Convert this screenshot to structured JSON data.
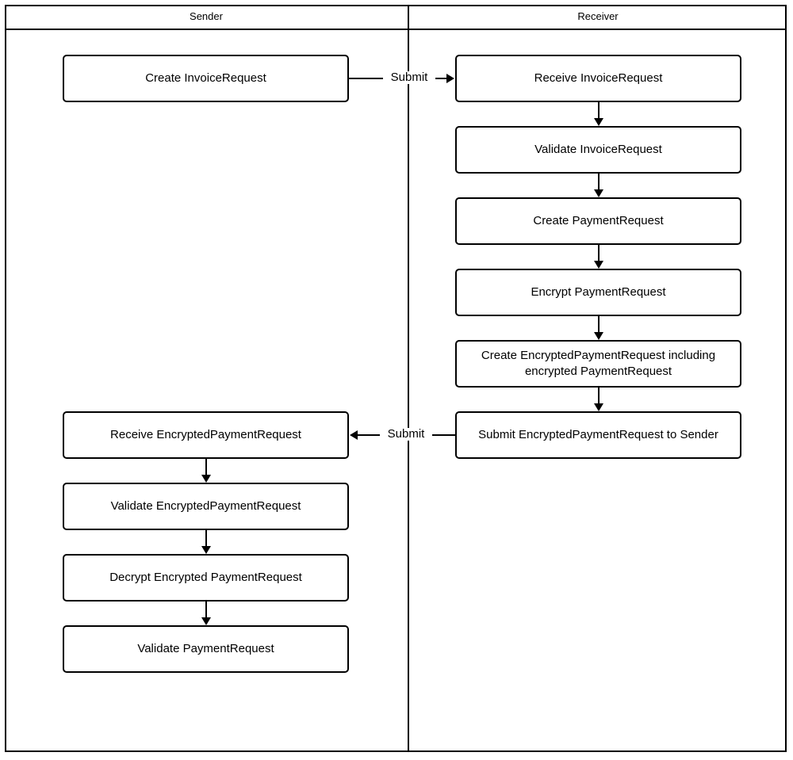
{
  "diagram": {
    "type": "swimlane-flowchart",
    "lanes": [
      {
        "id": "sender",
        "title": "Sender"
      },
      {
        "id": "receiver",
        "title": "Receiver"
      }
    ],
    "nodes": [
      {
        "id": "n1",
        "lane": "sender",
        "label": "Create InvoiceRequest"
      },
      {
        "id": "n2",
        "lane": "receiver",
        "label": "Receive InvoiceRequest"
      },
      {
        "id": "n3",
        "lane": "receiver",
        "label": "Validate InvoiceRequest"
      },
      {
        "id": "n4",
        "lane": "receiver",
        "label": "Create PaymentRequest"
      },
      {
        "id": "n5",
        "lane": "receiver",
        "label": "Encrypt PaymentRequest"
      },
      {
        "id": "n6",
        "lane": "receiver",
        "label": "Create EncryptedPaymentRequest including encrypted PaymentRequest"
      },
      {
        "id": "n7",
        "lane": "receiver",
        "label": "Submit EncryptedPaymentRequest to Sender"
      },
      {
        "id": "n8",
        "lane": "sender",
        "label": "Receive EncryptedPaymentRequest"
      },
      {
        "id": "n9",
        "lane": "sender",
        "label": "Validate EncryptedPaymentRequest"
      },
      {
        "id": "n10",
        "lane": "sender",
        "label": "Decrypt Encrypted PaymentRequest"
      },
      {
        "id": "n11",
        "lane": "sender",
        "label": "Validate PaymentRequest"
      }
    ],
    "edges": [
      {
        "id": "e1",
        "from": "n1",
        "to": "n2",
        "label": "Submit",
        "direction": "right"
      },
      {
        "id": "e2",
        "from": "n2",
        "to": "n3",
        "label": "",
        "direction": "down"
      },
      {
        "id": "e3",
        "from": "n3",
        "to": "n4",
        "label": "",
        "direction": "down"
      },
      {
        "id": "e4",
        "from": "n4",
        "to": "n5",
        "label": "",
        "direction": "down"
      },
      {
        "id": "e5",
        "from": "n5",
        "to": "n6",
        "label": "",
        "direction": "down"
      },
      {
        "id": "e6",
        "from": "n6",
        "to": "n7",
        "label": "",
        "direction": "down"
      },
      {
        "id": "e7",
        "from": "n7",
        "to": "n8",
        "label": "Submit",
        "direction": "left"
      },
      {
        "id": "e8",
        "from": "n8",
        "to": "n9",
        "label": "",
        "direction": "down"
      },
      {
        "id": "e9",
        "from": "n9",
        "to": "n10",
        "label": "",
        "direction": "down"
      },
      {
        "id": "e10",
        "from": "n10",
        "to": "n11",
        "label": "",
        "direction": "down"
      }
    ],
    "colors": {
      "stroke": "#000000",
      "fill": "#ffffff",
      "text": "#000000"
    }
  }
}
